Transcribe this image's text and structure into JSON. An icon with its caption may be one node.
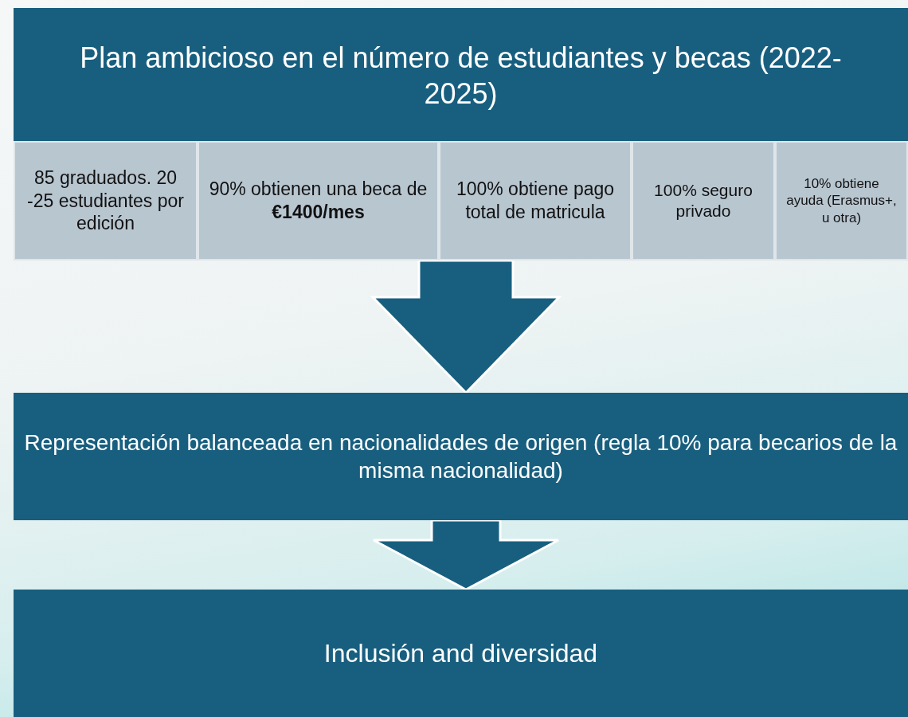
{
  "diagram": {
    "nodes": [
      {
        "text": [
          "Plan ambicioso en el número de estudiantes y becas (2022-2025)"
        ]
      },
      {
        "text": [
          "85 graduados. 20 -25 estudiantes por edición"
        ],
        "in": 0
      },
      {
        "text": [
          "90% obtienen una beca de **€1400/mes**"
        ],
        "in": 0
      },
      {
        "text": [
          "100% obtiene pago total de matricula"
        ],
        "in": 0
      },
      {
        "text": [
          "100% seguro privado"
        ],
        "in": 0
      },
      {
        "text": [
          "10% obtiene ayuda (Erasmus+, u otra)"
        ],
        "in": 0
      },
      {
        "text": [
          "Representación balanceada en nacionalidades de origen (regla 10% para becarios de la misma nacionalidad)"
        ]
      },
      {
        "text": [
          "Inclusión and diversidad"
        ]
      }
    ],
    "edges": [
      {
        "from": 0,
        "to": 6,
        "arrow": "to"
      },
      {
        "from": 6,
        "to": 7,
        "arrow": "to"
      }
    ]
  }
}
